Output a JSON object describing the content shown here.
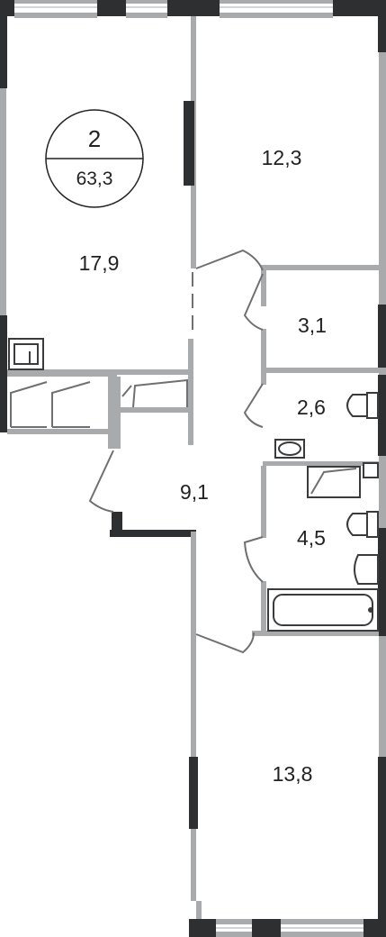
{
  "badge": {
    "rooms": "2",
    "total_area": "63,3"
  },
  "rooms": {
    "living_room": "17,9",
    "bedroom_top": "12,3",
    "storage": "3,1",
    "toilet": "2,6",
    "hallway": "9,1",
    "bathroom": "4,5",
    "bedroom_bottom": "13,8"
  },
  "colors": {
    "wall": "#a9aaab",
    "window_wall": "#2e2f31",
    "text": "#222222"
  }
}
